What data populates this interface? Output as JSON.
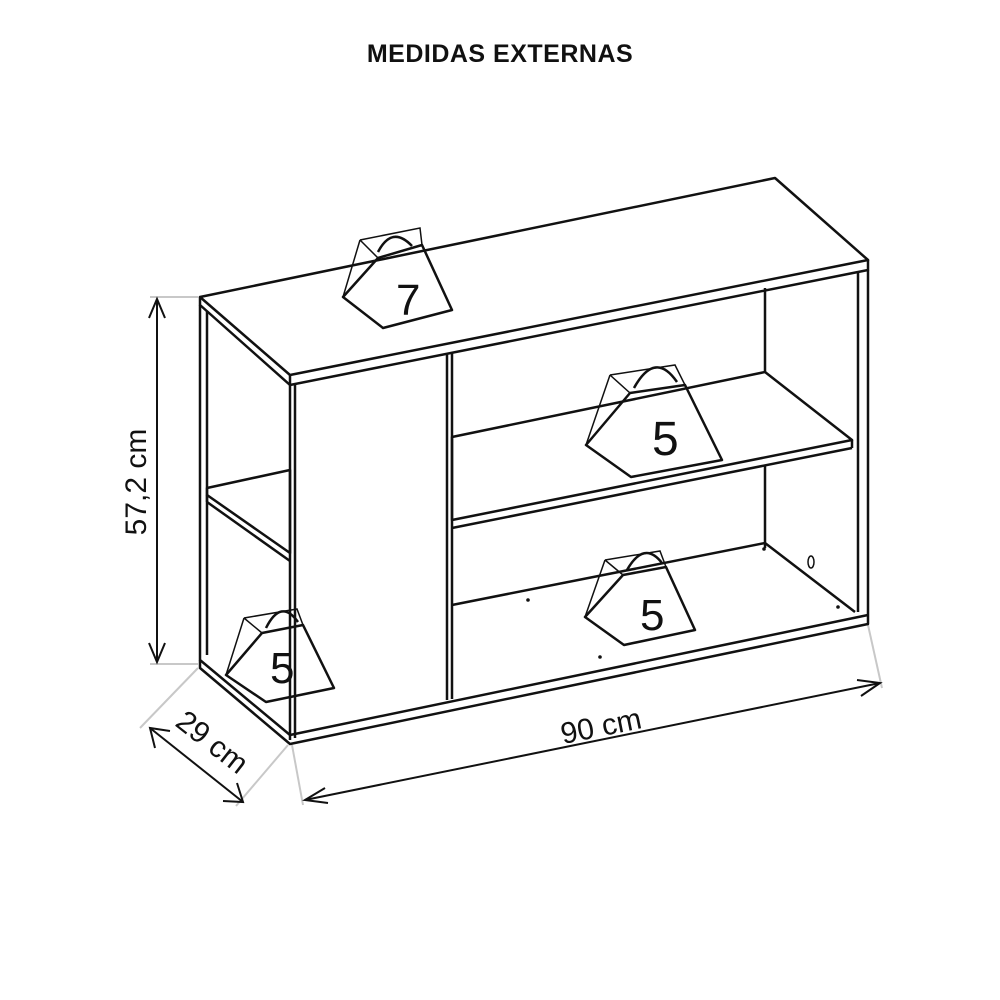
{
  "title": "MEDIDAS EXTERNAS",
  "dimensions": {
    "height": "57,2 cm",
    "width": "90 cm",
    "depth": "29 cm"
  },
  "weights": [
    {
      "location": "top",
      "value": "7"
    },
    {
      "location": "upper-shelf",
      "value": "5"
    },
    {
      "location": "lower-shelf",
      "value": "5"
    },
    {
      "location": "left-bottom",
      "value": "5"
    }
  ]
}
